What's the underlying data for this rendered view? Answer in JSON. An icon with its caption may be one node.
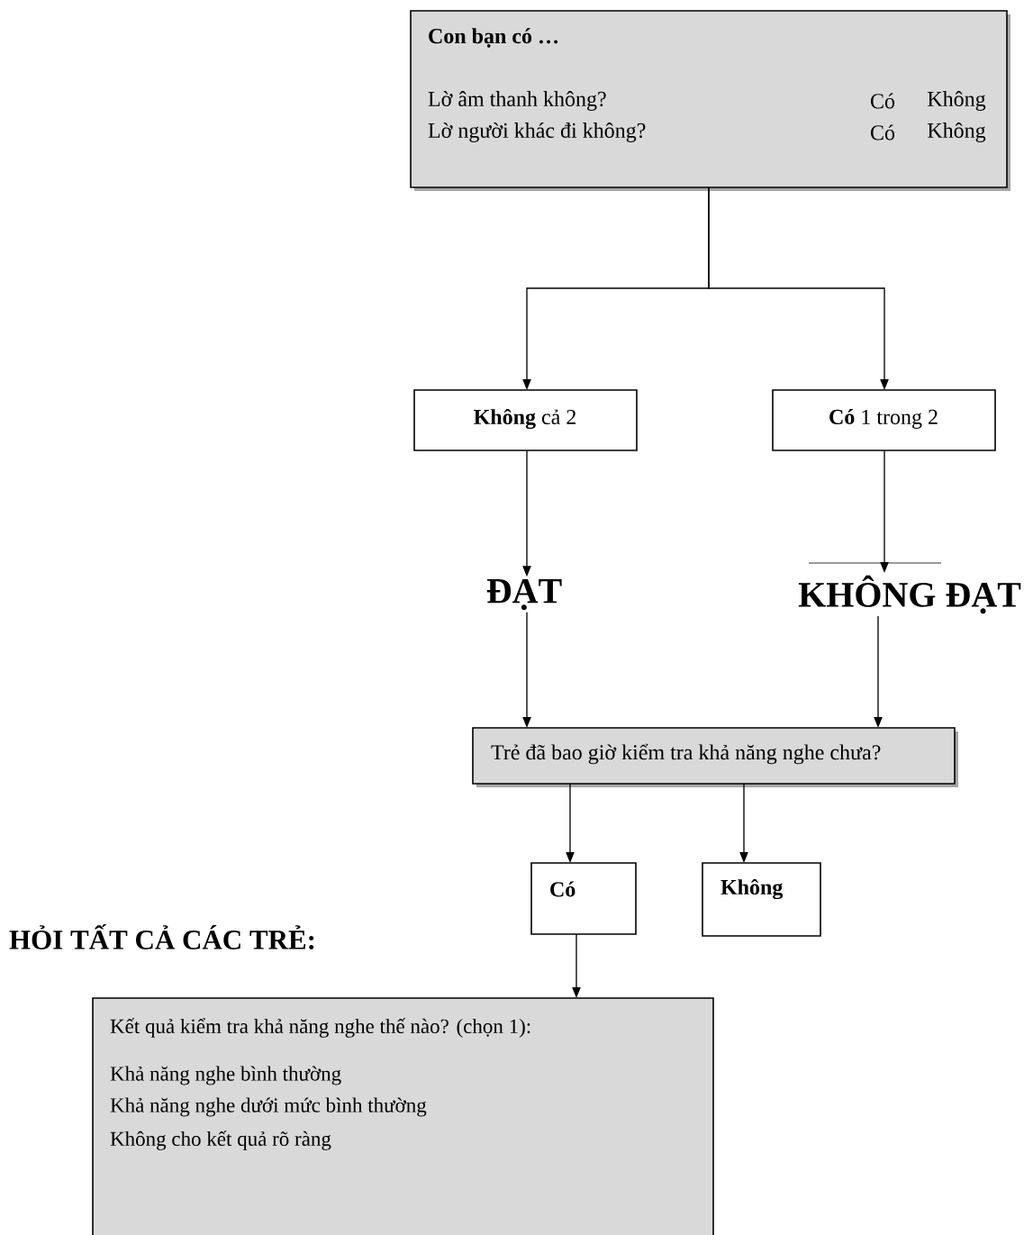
{
  "diagram": {
    "nodes": [
      {
        "text": [
          "Con bạn có …",
          "Lờ âm thanh  không?",
          "Có",
          "Không",
          "Lờ người khác đi không?",
          "Có",
          "Không"
        ]
      },
      {
        "text": [
          "**Không** cả 2"
        ]
      },
      {
        "text": [
          "**Có** 1 trong 2"
        ]
      },
      {
        "text": [
          "ĐẠT"
        ]
      },
      {
        "text": [
          "KHÔNG ĐẠT"
        ]
      },
      {
        "text": [
          "Trẻ đã bao giờ kiểm tra khả năng nghe chưa?"
        ]
      },
      {
        "text": [
          "Có"
        ]
      },
      {
        "text": [
          "Không"
        ]
      },
      {
        "text": [
          "Kết quả kiểm tra khả năng nghe thế nào? (chọn 1):",
          "Khả năng nghe bình thường",
          "Khả năng nghe dưới mức bình thường",
          "Không cho kết quả rõ ràng"
        ]
      }
    ],
    "edges": [
      {
        "from": 0,
        "to": 1,
        "arrow": "to"
      },
      {
        "from": 0,
        "to": 2,
        "arrow": "to"
      },
      {
        "from": 1,
        "to": 3,
        "arrow": "to"
      },
      {
        "from": 2,
        "to": 4,
        "arrow": "to"
      },
      {
        "from": 3,
        "to": 5,
        "arrow": "to"
      },
      {
        "from": 4,
        "to": 5,
        "arrow": "to"
      },
      {
        "from": 5,
        "to": 6,
        "arrow": "to"
      },
      {
        "from": 5,
        "to": 7,
        "arrow": "to"
      },
      {
        "from": 6,
        "to": 8,
        "arrow": "to"
      }
    ],
    "labels": [
      "HỎI TẤT CẢ CÁC TRẺ:"
    ]
  }
}
